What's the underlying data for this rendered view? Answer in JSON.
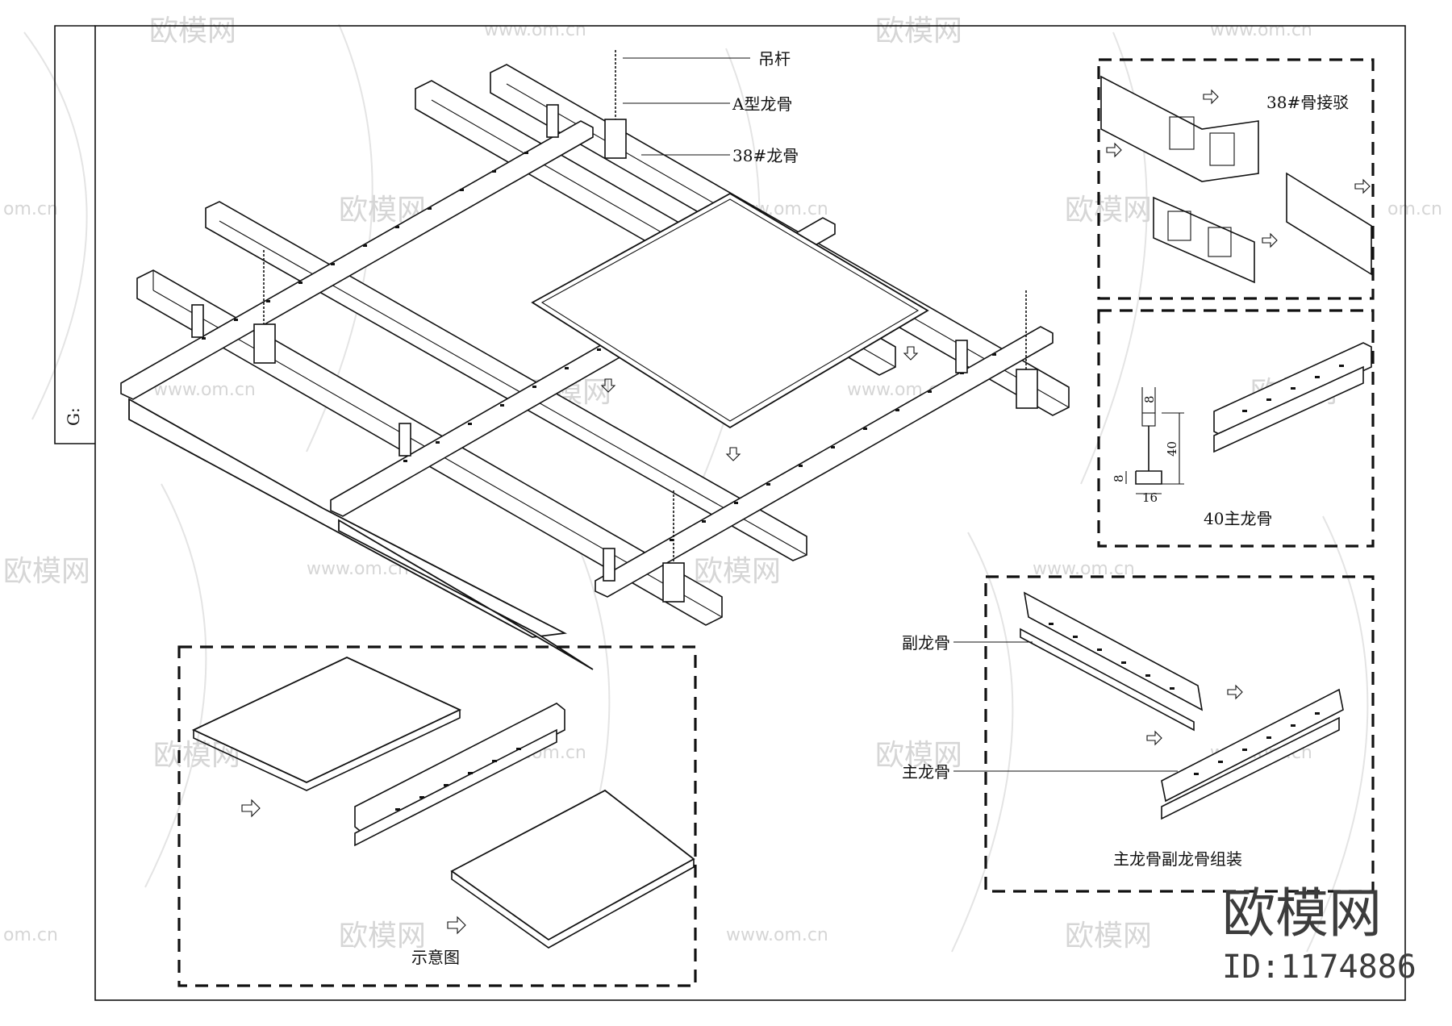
{
  "sheet": {
    "side_code": "G:",
    "labels": {
      "hanger_rod": "吊杆",
      "a_type_keel": "A型龙骨",
      "keel_38": "38#龙骨"
    }
  },
  "details": {
    "splice": {
      "title": "38#骨接驳"
    },
    "main_keel_40": {
      "title": "40主龙骨",
      "dims": {
        "top": "8",
        "height": "40",
        "bottom": "8",
        "width": "16"
      }
    },
    "assembly": {
      "title": "主龙骨副龙骨组装",
      "secondary": "副龙骨",
      "primary": "主龙骨"
    },
    "schematic": {
      "title": "示意图"
    }
  },
  "watermark": {
    "brand": "欧模网",
    "url": "www.om.cn",
    "url_short": "om.cn"
  },
  "stamp": {
    "brand": "欧模网",
    "id": "ID:1174886"
  },
  "colors": {
    "ink": "#111111",
    "watermark": "#d6d6d6",
    "stamp": "#3c3c3c"
  }
}
